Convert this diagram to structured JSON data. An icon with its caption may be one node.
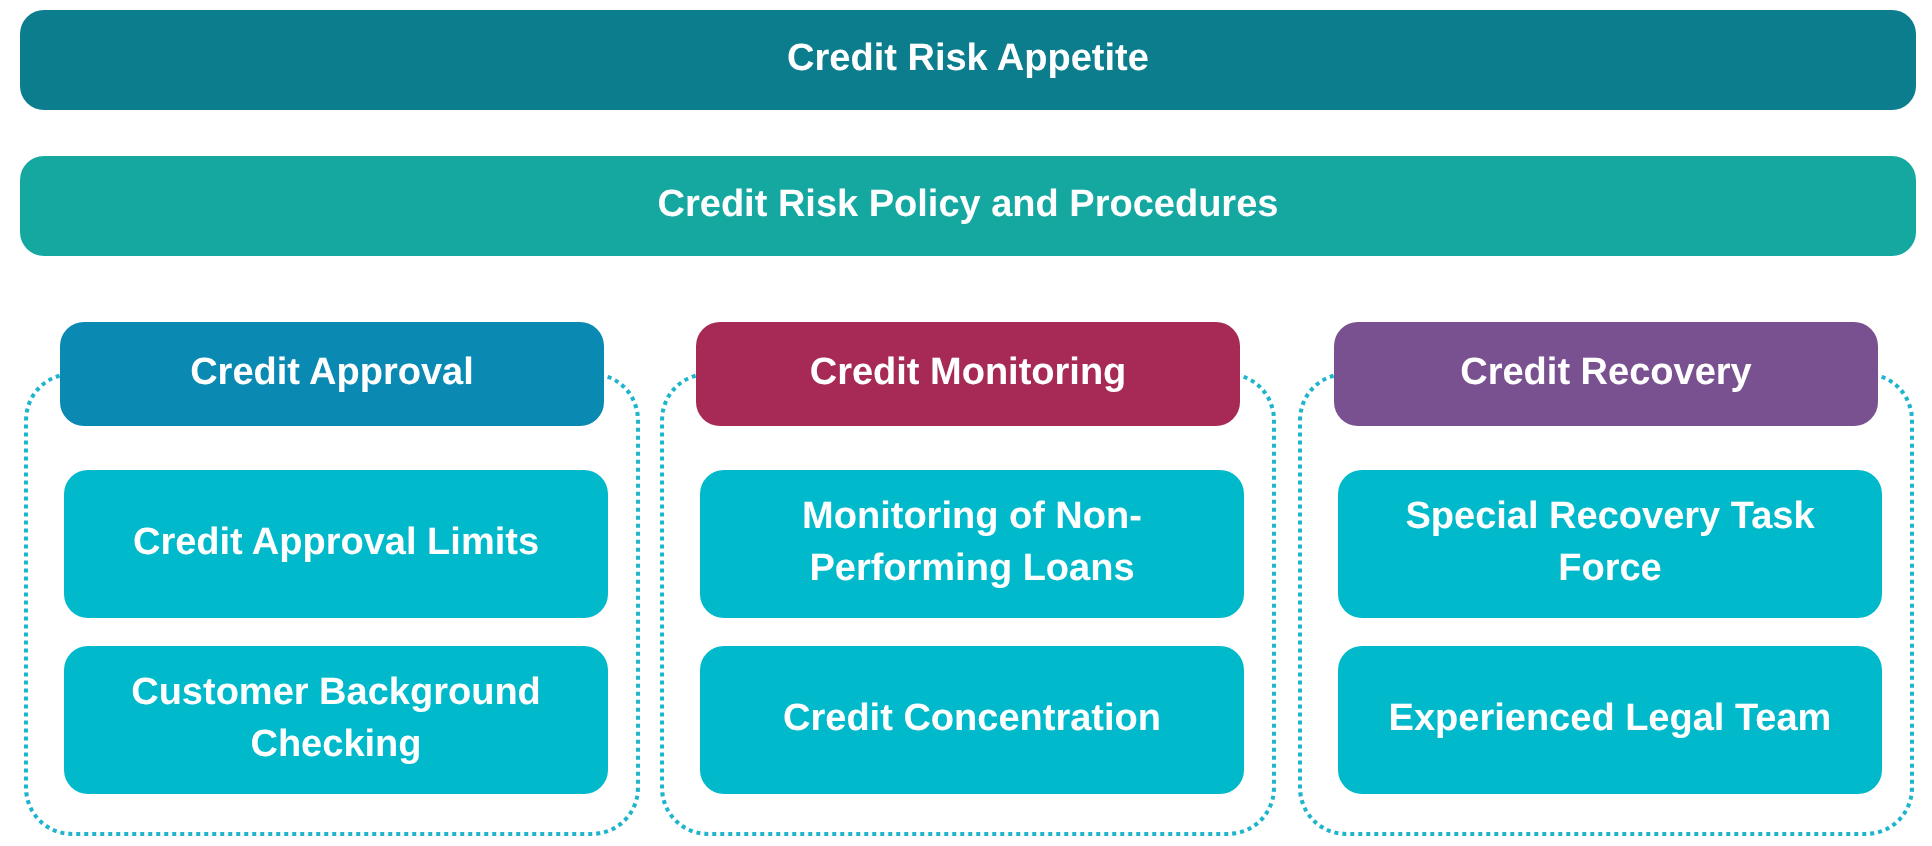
{
  "diagram": {
    "nodes": [
      {
        "text": [
          "Credit Risk Appetite"
        ]
      },
      {
        "text": [
          "Credit Risk Policy and Procedures"
        ]
      },
      {
        "text": [],
        "shape": "box"
      },
      {
        "text": [
          "Credit Approval"
        ]
      },
      {
        "text": [
          "Credit Approval Limits"
        ],
        "in": 2
      },
      {
        "text": [
          "Customer Background Checking"
        ],
        "in": 2
      },
      {
        "text": [],
        "shape": "box"
      },
      {
        "text": [
          "Credit Monitoring"
        ]
      },
      {
        "text": [
          "Monitoring of Non-Performing Loans"
        ],
        "in": 6
      },
      {
        "text": [
          "Credit Concentration"
        ],
        "in": 6
      },
      {
        "text": [],
        "shape": "box"
      },
      {
        "text": [
          "Credit Recovery"
        ]
      },
      {
        "text": [
          "Special Recovery Task Force"
        ],
        "in": 10
      },
      {
        "text": [
          "Experienced Legal Team"
        ],
        "in": 10
      }
    ]
  }
}
